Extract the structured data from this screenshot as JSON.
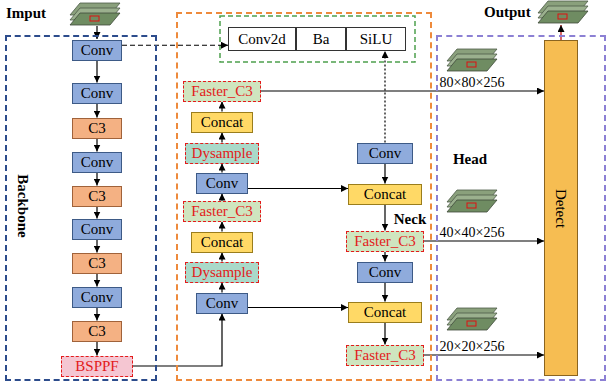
{
  "diagram": {
    "nodes": [
      {
        "text": [
          "Backbone"
        ]
      },
      {
        "text": [
          "Conv"
        ],
        "in": 0
      },
      {
        "text": [
          "Conv"
        ],
        "in": 0
      },
      {
        "text": [
          "C3"
        ],
        "in": 0
      },
      {
        "text": [
          "Conv"
        ],
        "in": 0
      },
      {
        "text": [
          "C3"
        ],
        "in": 0
      },
      {
        "text": [
          "Conv"
        ],
        "in": 0
      },
      {
        "text": [
          "C3"
        ],
        "in": 0
      },
      {
        "text": [
          "Conv"
        ],
        "in": 0
      },
      {
        "text": [
          "C3"
        ],
        "in": 0
      },
      {
        "text": [
          "BSPPF"
        ],
        "in": 0
      },
      {
        "text": [
          "Neck"
        ]
      },
      {
        "text": [
          "Conv2d"
        ],
        "in": 11
      },
      {
        "text": [
          "Ba"
        ],
        "in": 11
      },
      {
        "text": [
          "SiLU"
        ],
        "in": 11
      },
      {
        "text": [
          "Faster_C3"
        ],
        "in": 11
      },
      {
        "text": [
          "Concat"
        ],
        "in": 11
      },
      {
        "text": [
          "Dysample"
        ],
        "in": 11
      },
      {
        "text": [
          "Conv"
        ],
        "in": 11
      },
      {
        "text": [
          "Faster_C3"
        ],
        "in": 11
      },
      {
        "text": [
          "Concat"
        ],
        "in": 11
      },
      {
        "text": [
          "Dysample"
        ],
        "in": 11
      },
      {
        "text": [
          "Conv"
        ],
        "in": 11
      },
      {
        "text": [
          "Conv"
        ],
        "in": 11
      },
      {
        "text": [
          "Concat"
        ],
        "in": 11
      },
      {
        "text": [
          "Faster_C3"
        ],
        "in": 11
      },
      {
        "text": [
          "Conv"
        ],
        "in": 11
      },
      {
        "text": [
          "Concat"
        ],
        "in": 11
      },
      {
        "text": [
          "Faster_C3"
        ],
        "in": 11
      },
      {
        "text": [
          "Head"
        ]
      },
      {
        "text": [
          "Detect"
        ],
        "in": 29
      }
    ],
    "edges": [
      {
        "from": 1,
        "to": 2,
        "arrow": "to"
      },
      {
        "from": 2,
        "to": 3,
        "arrow": "to"
      },
      {
        "from": 3,
        "to": 4,
        "arrow": "to"
      },
      {
        "from": 4,
        "to": 5,
        "arrow": "to"
      },
      {
        "from": 5,
        "to": 6,
        "arrow": "to"
      },
      {
        "from": 6,
        "to": 7,
        "arrow": "to"
      },
      {
        "from": 7,
        "to": 8,
        "arrow": "to"
      },
      {
        "from": 8,
        "to": 9,
        "arrow": "to"
      },
      {
        "from": 9,
        "to": 10,
        "arrow": "to"
      },
      {
        "from": 1,
        "to": 12,
        "arrow": "to"
      },
      {
        "from": 10,
        "to": 22,
        "arrow": "to"
      },
      {
        "from": 22,
        "to": 21,
        "arrow": "to"
      },
      {
        "from": 22,
        "to": 27,
        "arrow": "to"
      },
      {
        "from": 21,
        "to": 20,
        "arrow": "to"
      },
      {
        "from": 20,
        "to": 19,
        "arrow": "to"
      },
      {
        "from": 19,
        "to": 18,
        "arrow": "to"
      },
      {
        "from": 18,
        "to": 24,
        "arrow": "to"
      },
      {
        "from": 18,
        "to": 17,
        "arrow": "to"
      },
      {
        "from": 17,
        "to": 16,
        "arrow": "to"
      },
      {
        "from": 16,
        "to": 15,
        "arrow": "to"
      },
      {
        "from": 15,
        "to": 30,
        "label": "80×80×256",
        "arrow": "to"
      },
      {
        "from": 23,
        "to": 14,
        "arrow": "to"
      },
      {
        "from": 23,
        "to": 24,
        "arrow": "to"
      },
      {
        "from": 24,
        "to": 25,
        "arrow": "to"
      },
      {
        "from": 25,
        "to": 30,
        "label": "40×40×256",
        "arrow": "to"
      },
      {
        "from": 25,
        "to": 26,
        "arrow": "to"
      },
      {
        "from": 26,
        "to": 27,
        "arrow": "to"
      },
      {
        "from": 27,
        "to": 28,
        "arrow": "to"
      },
      {
        "from": 28,
        "to": 30,
        "label": "20×20×256",
        "arrow": "to"
      }
    ],
    "labels": [
      "Imput",
      "Output"
    ]
  }
}
